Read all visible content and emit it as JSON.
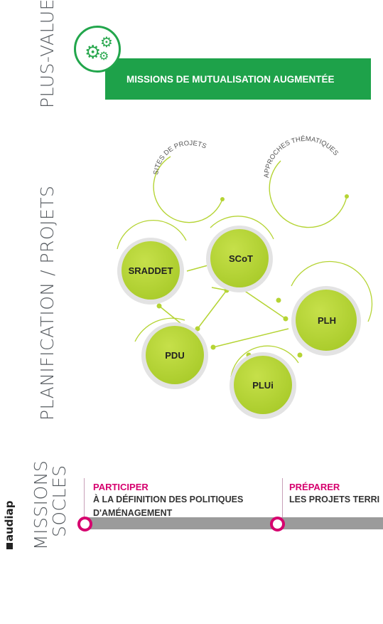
{
  "sections": {
    "plus_value": "PLUS-VALUE",
    "planification": "PLANIFICATION / PROJETS",
    "missions_line1": "MISSIONS",
    "missions_line2": "SOCLES"
  },
  "logo": "audiap",
  "banner": {
    "text": "MISSIONS DE MUTUALISATION AUGMENTÉE",
    "color": "#1ea24a",
    "icon": "gears-icon"
  },
  "arcs": {
    "sites": "SITES DE PROJETS",
    "approches": "APPROCHES THÉMATIQUES"
  },
  "nodes": [
    {
      "id": "sraddet",
      "label": "SRADDET"
    },
    {
      "id": "scot",
      "label": "SCoT"
    },
    {
      "id": "plh",
      "label": "PLH"
    },
    {
      "id": "pdu",
      "label": "PDU"
    },
    {
      "id": "plui",
      "label": "PLUi"
    }
  ],
  "node_color": "#b5d434",
  "phases": [
    {
      "title": "PARTICIPER",
      "desc1": "À LA DÉFINITION DES POLITIQUES",
      "desc2": "D'AMÉNAGEMENT"
    },
    {
      "title": "PRÉPARER",
      "desc1": "LES PROJETS TERRI",
      "desc2": ""
    }
  ],
  "accent": "#d6006e"
}
